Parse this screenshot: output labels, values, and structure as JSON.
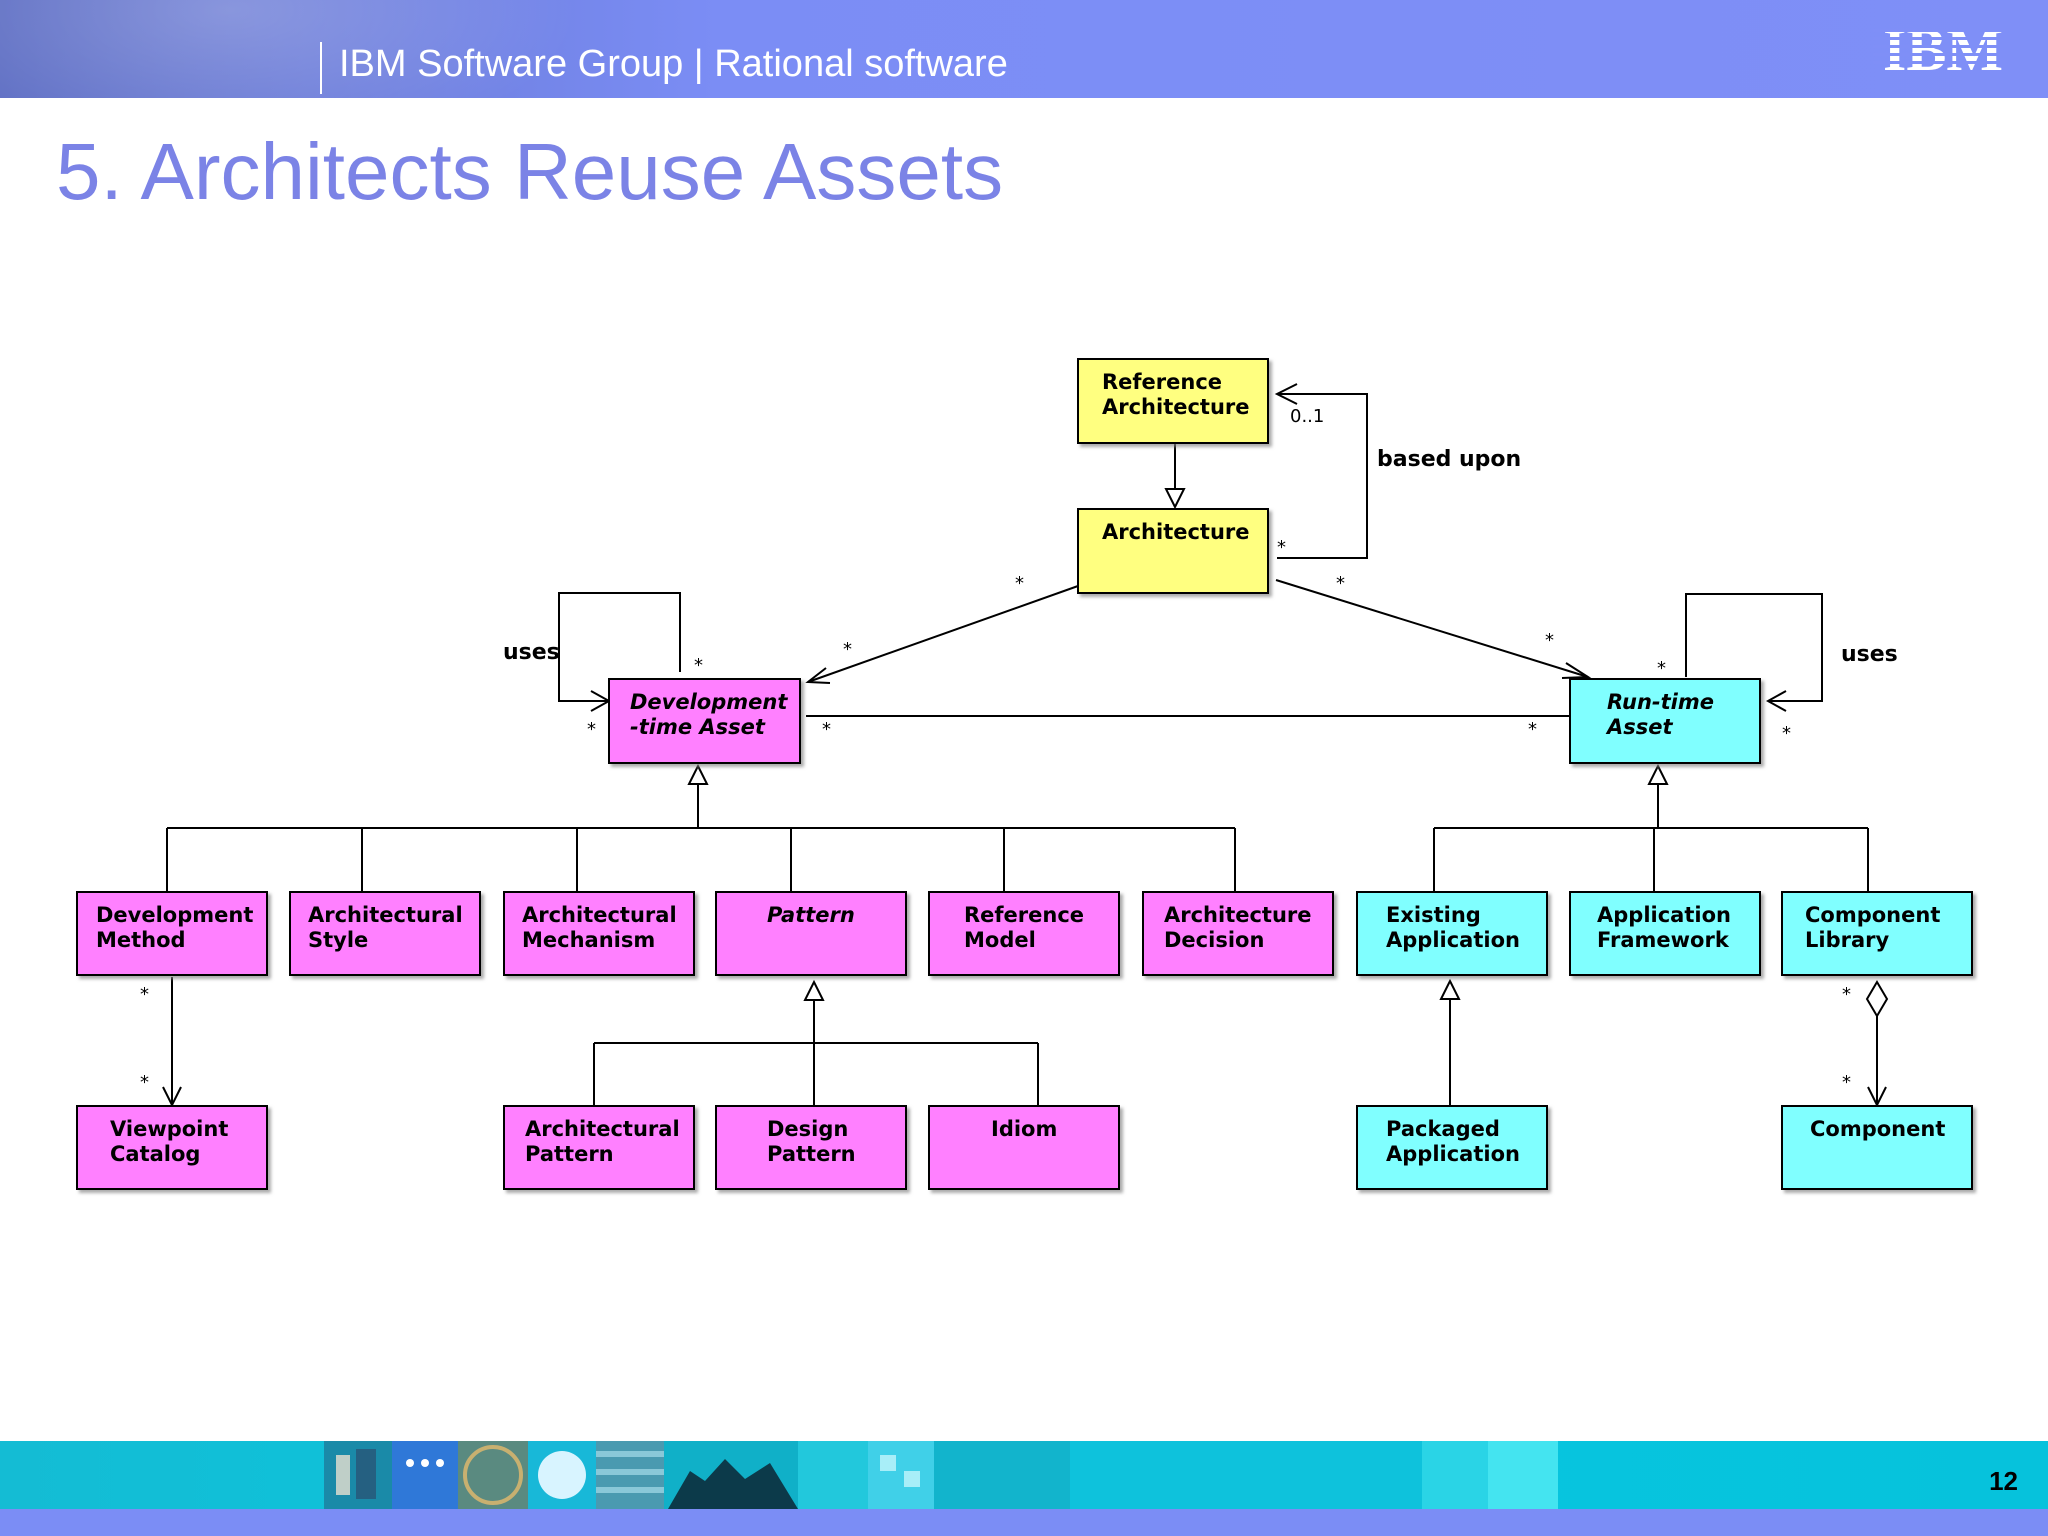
{
  "header": {
    "title": "IBM Software Group | Rational software",
    "logo_text": "IBM"
  },
  "slide": {
    "title": "5. Architects Reuse Assets",
    "page_number": "12"
  },
  "colors": {
    "yellow_class": "#ffff80",
    "magenta_class": "#ff80ff",
    "cyan_class": "#80ffff",
    "title_color": "#7b83e6",
    "header_bar": "#7f8ff7",
    "footer_bar": "#08c8e0"
  },
  "diagram": {
    "classes": {
      "reference_architecture": [
        "Reference",
        "Architecture"
      ],
      "architecture": [
        "Architecture"
      ],
      "development_time_asset": [
        "Development",
        "-time Asset"
      ],
      "run_time_asset": [
        "Run-time",
        "Asset"
      ],
      "development_method": [
        "Development",
        "Method"
      ],
      "architectural_style": [
        "Architectural",
        "Style"
      ],
      "architectural_mechanism": [
        "Architectural",
        "Mechanism"
      ],
      "pattern": [
        "Pattern"
      ],
      "reference_model": [
        "Reference",
        "Model"
      ],
      "architecture_decision": [
        "Architecture",
        "Decision"
      ],
      "existing_application": [
        "Existing",
        "Application"
      ],
      "application_framework": [
        "Application",
        "Framework"
      ],
      "component_library": [
        "Component",
        "Library"
      ],
      "viewpoint_catalog": [
        "Viewpoint",
        "Catalog"
      ],
      "architectural_pattern": [
        "Architectural",
        "Pattern"
      ],
      "design_pattern": [
        "Design",
        "Pattern"
      ],
      "idiom": [
        "Idiom"
      ],
      "packaged_application": [
        "Packaged",
        "Application"
      ],
      "component": [
        "Component"
      ]
    },
    "labels": {
      "based_upon": "based upon",
      "uses_left": "uses",
      "uses_right": "uses",
      "zero_one": "0..1",
      "many": "*"
    }
  }
}
